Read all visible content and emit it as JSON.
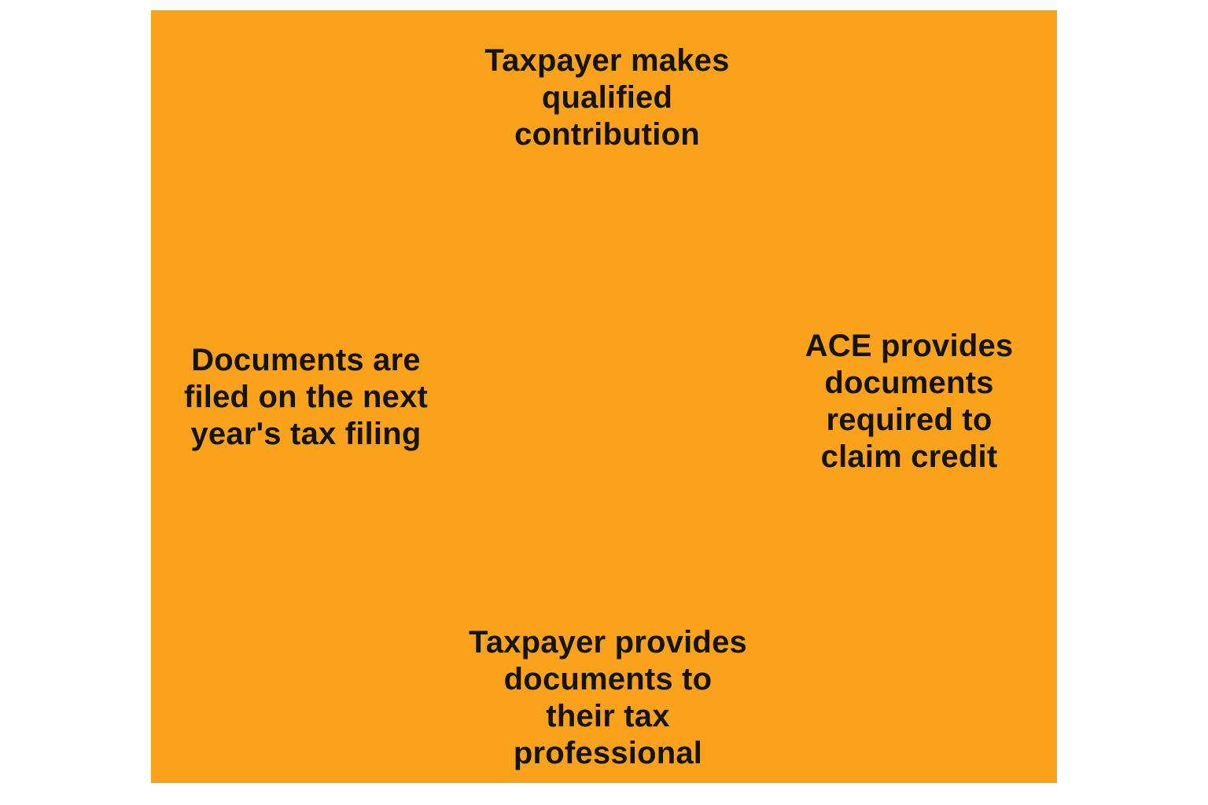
{
  "page": {
    "background_color": "#ffffff"
  },
  "diagram": {
    "type": "cycle",
    "panel_color": "#FAA21B",
    "text_color": "#141414",
    "steps": [
      {
        "position": "top",
        "lines": [
          "Taxpayer makes",
          "qualified",
          "contribution"
        ]
      },
      {
        "position": "right",
        "lines": [
          "ACE provides",
          "documents",
          "required to",
          "claim credit"
        ]
      },
      {
        "position": "bottom",
        "lines": [
          "Taxpayer provides",
          "documents to",
          "their tax",
          "professional"
        ]
      },
      {
        "position": "left",
        "lines": [
          "Documents are",
          "filed on the next",
          "year's tax filing"
        ]
      }
    ]
  }
}
